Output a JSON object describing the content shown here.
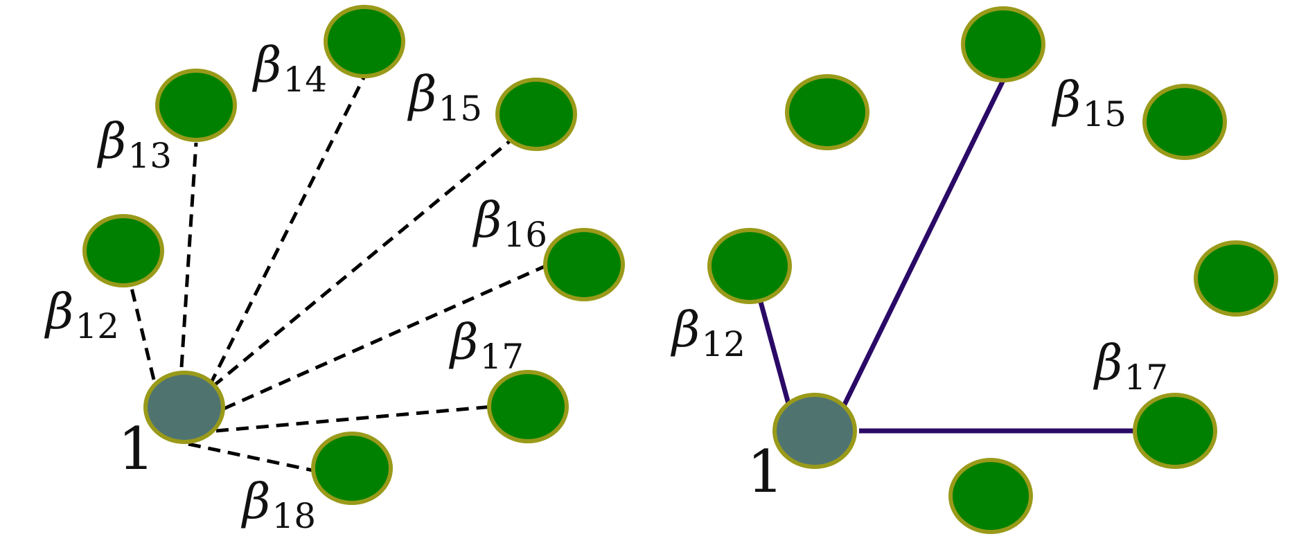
{
  "left_panel": {
    "center_node_label": "1",
    "edge_labels": {
      "b12": {
        "symbol": "β",
        "subscript": "12"
      },
      "b13": {
        "symbol": "β",
        "subscript": "13"
      },
      "b14": {
        "symbol": "β",
        "subscript": "14"
      },
      "b15": {
        "symbol": "β",
        "subscript": "15"
      },
      "b16": {
        "symbol": "β",
        "subscript": "16"
      },
      "b17": {
        "symbol": "β",
        "subscript": "17"
      },
      "b18": {
        "symbol": "β",
        "subscript": "18"
      }
    }
  },
  "right_panel": {
    "center_node_label": "1",
    "edge_labels": {
      "b12": {
        "symbol": "β",
        "subscript": "12"
      },
      "b15": {
        "symbol": "β",
        "subscript": "15"
      },
      "b17": {
        "symbol": "β",
        "subscript": "17"
      }
    }
  },
  "colors": {
    "neighbor_node_fill": "#008000",
    "center_node_fill": "#4f7470",
    "node_outline": "#9a9a1a",
    "dashed_edge": "#000000",
    "solid_edge": "#2a0a66"
  }
}
